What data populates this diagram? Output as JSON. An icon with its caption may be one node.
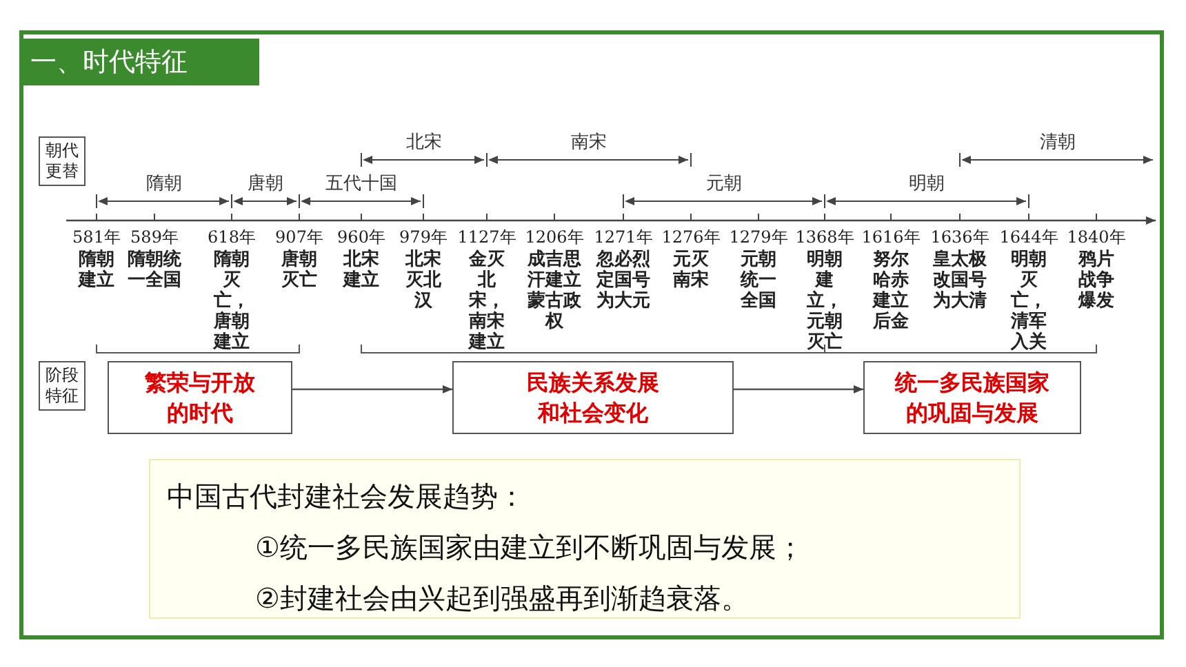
{
  "diagram": {
    "title": "一、时代特征",
    "nodes": [
      {
        "text": [
          "朝代更替"
        ]
      },
      {
        "text": [
          "阶段特征"
        ]
      },
      {
        "text": [
          "繁荣与开放的时代"
        ]
      },
      {
        "text": [
          "民族关系发展和社会变化"
        ]
      },
      {
        "text": [
          "统一多民族国家的巩固与发展"
        ]
      },
      {
        "text": [
          "中国古代封建社会发展趋势：",
          "①统一多民族国家由建立到不断巩固与发展；",
          "②封建社会由兴起到强盛再到渐趋衰落。"
        ]
      }
    ],
    "edges": [
      {
        "from": 2,
        "to": 3,
        "arrow": "to"
      },
      {
        "from": 3,
        "to": 4,
        "arrow": "to"
      }
    ],
    "labels": [
      "北宋",
      "南宋",
      "清朝",
      "隋朝",
      "唐朝",
      "五代十国",
      "元朝",
      "明朝",
      "581年",
      "589年",
      "618年",
      "907年",
      "960年",
      "979年",
      "1127年",
      "1206年",
      "1271年",
      "1276年",
      "1279年",
      "1368年",
      "1616年",
      "1636年",
      "1644年",
      "1840年",
      "隋朝建立",
      "隋朝统一全国",
      "隋朝灭亡，唐朝建立",
      "唐朝灭亡",
      "北宋建立",
      "北宋灭北汉",
      "金灭北宋，南宋建立",
      "成吉思汗建立蒙古政权",
      "忽必烈定国号为大元",
      "元灭南宋",
      "元朝统一全国",
      "明朝建立，元朝灭亡",
      "努尔哈赤建立后金",
      "皇太极改国号为大清",
      "明朝灭亡，清军入关",
      "鸦片战争爆发"
    ]
  }
}
